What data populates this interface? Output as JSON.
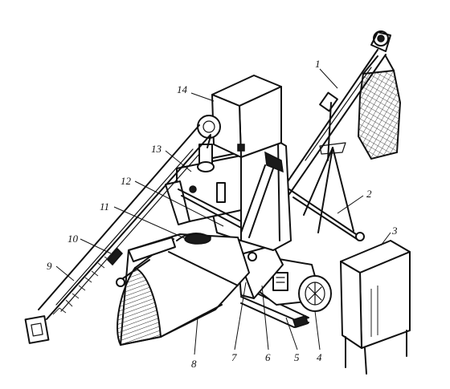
{
  "diagram": {
    "callouts": [
      {
        "id": "1",
        "text": "1"
      },
      {
        "id": "2",
        "text": "2"
      },
      {
        "id": "3",
        "text": "3"
      },
      {
        "id": "4",
        "text": "4"
      },
      {
        "id": "5",
        "text": "5"
      },
      {
        "id": "6",
        "text": "6"
      },
      {
        "id": "7",
        "text": "7"
      },
      {
        "id": "8",
        "text": "8"
      },
      {
        "id": "9",
        "text": "9"
      },
      {
        "id": "10",
        "text": "10"
      },
      {
        "id": "11",
        "text": "11"
      },
      {
        "id": "12",
        "text": "12"
      },
      {
        "id": "13",
        "text": "13"
      },
      {
        "id": "14",
        "text": "14"
      }
    ],
    "colors": {
      "ink": "#111111",
      "paper": "#ffffff"
    }
  }
}
